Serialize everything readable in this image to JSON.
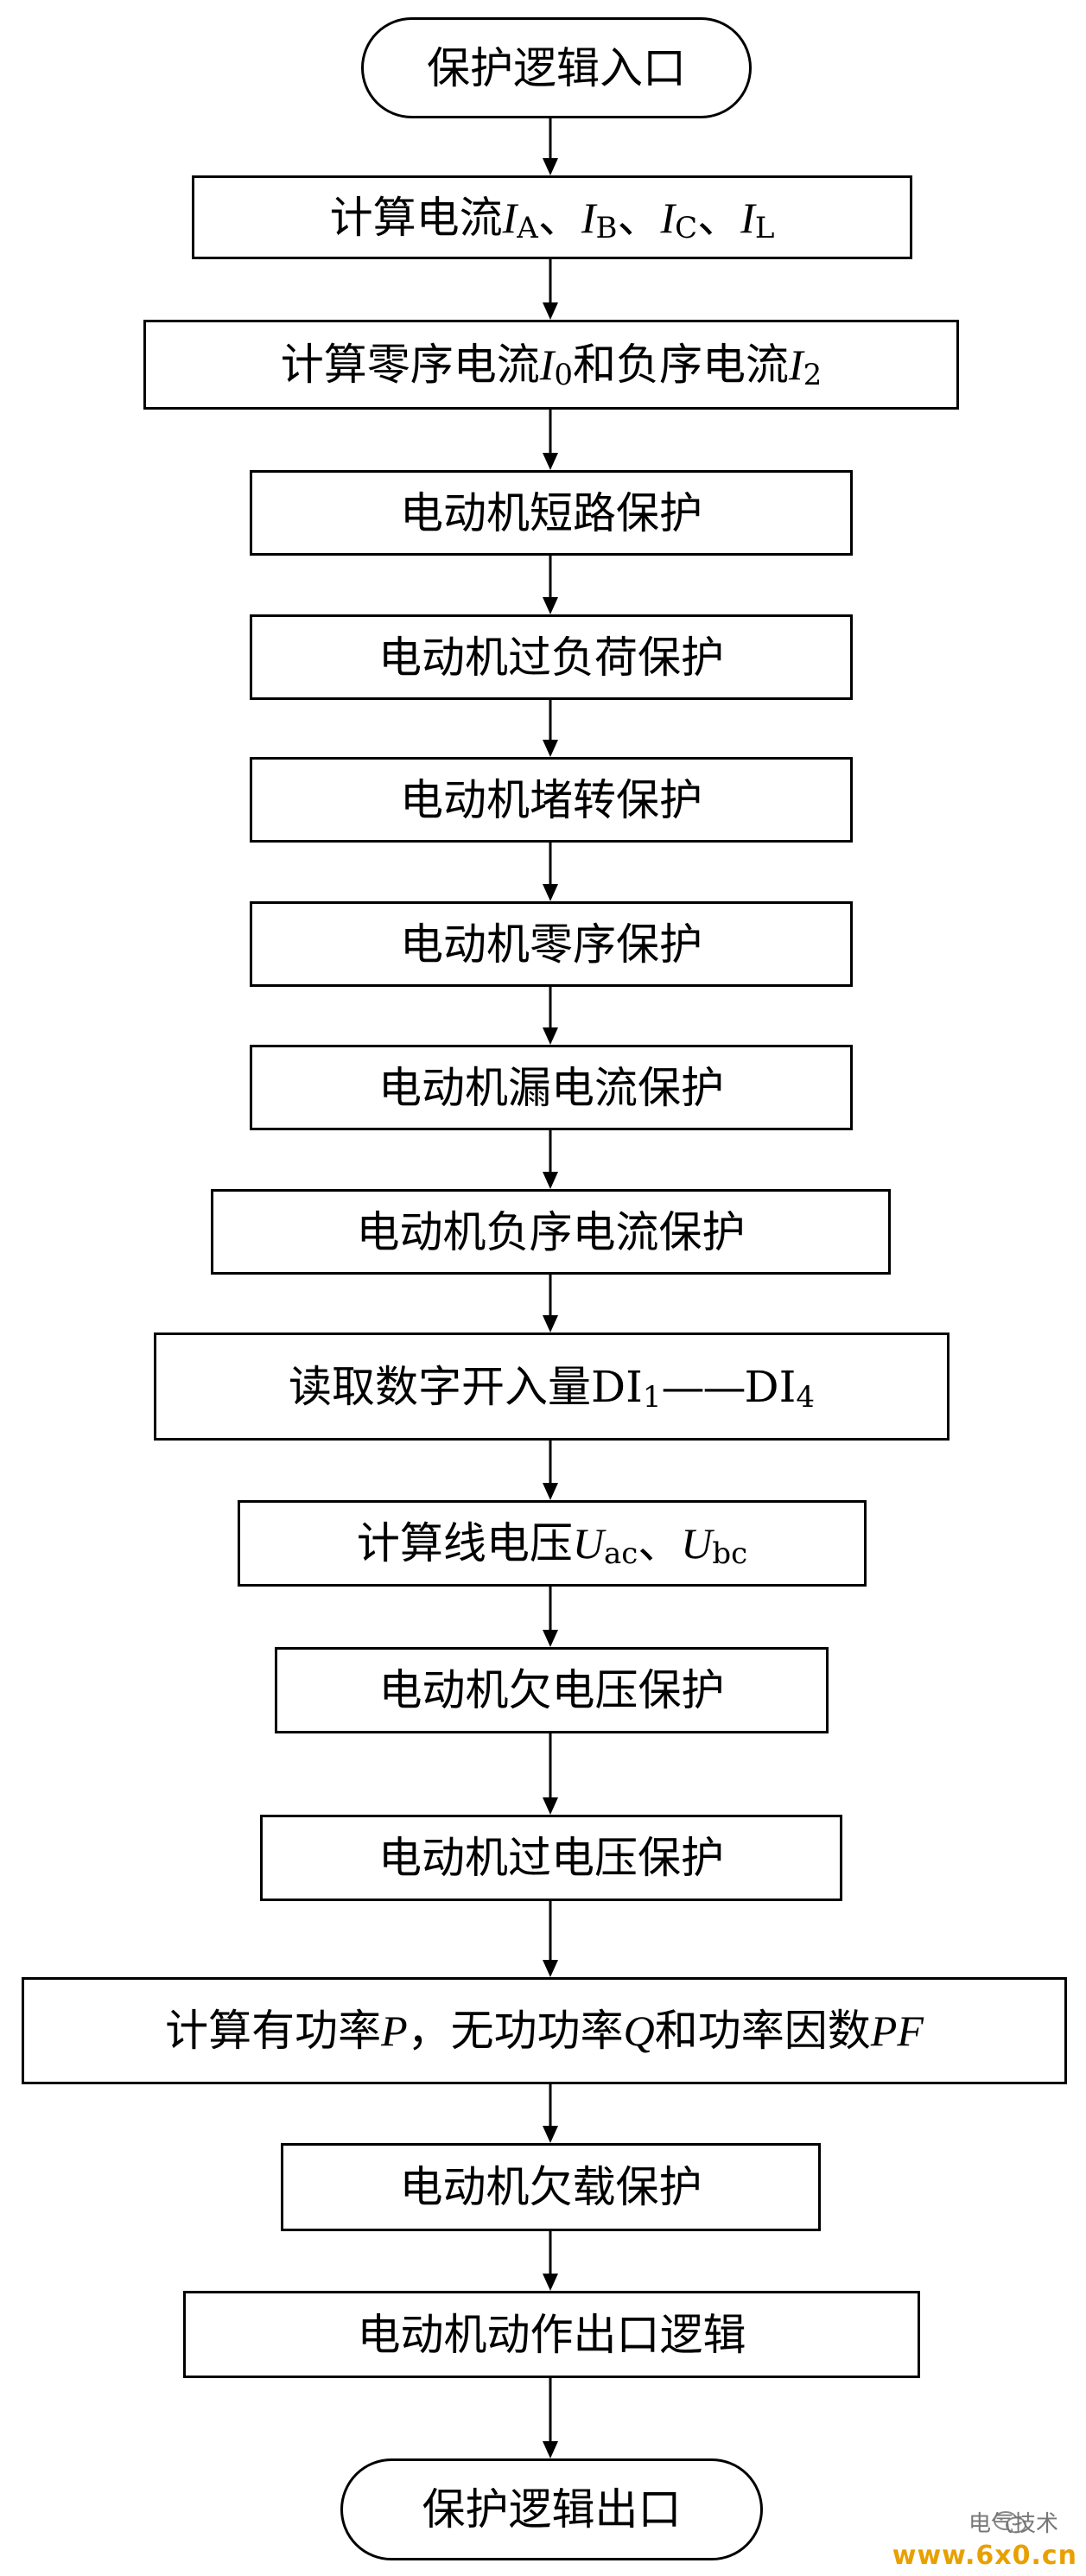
{
  "nodes": [
    {
      "id": "start",
      "shape": "terminal",
      "parts": [
        {
          "t": "保护逻辑入口"
        }
      ]
    },
    {
      "id": "calc-current",
      "parts": [
        {
          "t": "计算电流"
        },
        {
          "t": "I",
          "v": 1
        },
        {
          "t": "A",
          "s": 1
        },
        {
          "t": "、 "
        },
        {
          "t": "I",
          "v": 1
        },
        {
          "t": "B",
          "s": 1
        },
        {
          "t": "、 "
        },
        {
          "t": "I",
          "v": 1
        },
        {
          "t": "C",
          "s": 1
        },
        {
          "t": "、 "
        },
        {
          "t": "I",
          "v": 1
        },
        {
          "t": "L",
          "s": 1
        }
      ]
    },
    {
      "id": "calc-seq-current",
      "parts": [
        {
          "t": "计算零序电流"
        },
        {
          "t": "I",
          "v": 1
        },
        {
          "t": "0",
          "s": 1
        },
        {
          "t": "和负序电流"
        },
        {
          "t": "I",
          "v": 1
        },
        {
          "t": "2",
          "s": 1
        }
      ]
    },
    {
      "id": "short-circuit-protection",
      "parts": [
        {
          "t": "电动机短路保护"
        }
      ]
    },
    {
      "id": "overload-protection",
      "parts": [
        {
          "t": "电动机过负荷保护"
        }
      ]
    },
    {
      "id": "stall-protection",
      "parts": [
        {
          "t": "电动机堵转保护"
        }
      ]
    },
    {
      "id": "zero-seq-protection",
      "parts": [
        {
          "t": "电动机零序保护"
        }
      ]
    },
    {
      "id": "leakage-protection",
      "parts": [
        {
          "t": "电动机漏电流保护"
        }
      ]
    },
    {
      "id": "neg-seq-protection",
      "parts": [
        {
          "t": "电动机负序电流保护"
        }
      ]
    },
    {
      "id": "read-digital-inputs",
      "parts": [
        {
          "t": "读取数字开入量DI"
        },
        {
          "t": "1",
          "s": 1
        },
        {
          "t": "——",
          "d": 1
        },
        {
          "t": "DI"
        },
        {
          "t": "4",
          "s": 1
        }
      ]
    },
    {
      "id": "calc-line-voltage",
      "parts": [
        {
          "t": "计算线电压"
        },
        {
          "t": "U",
          "v": 1
        },
        {
          "t": "ac",
          "s": 1
        },
        {
          "t": "、 "
        },
        {
          "t": "U",
          "v": 1
        },
        {
          "t": "bc",
          "s": 1
        }
      ]
    },
    {
      "id": "undervoltage-protection",
      "parts": [
        {
          "t": "电动机欠电压保护"
        }
      ]
    },
    {
      "id": "overvoltage-protection",
      "parts": [
        {
          "t": "电动机过电压保护"
        }
      ]
    },
    {
      "id": "calc-power",
      "parts": [
        {
          "t": "计算有功率"
        },
        {
          "t": "P",
          "v": 1
        },
        {
          "t": "，无功功率"
        },
        {
          "t": "Q",
          "v": 1
        },
        {
          "t": "和功率因数"
        },
        {
          "t": "PF",
          "v": 1
        }
      ]
    },
    {
      "id": "underload-protection",
      "parts": [
        {
          "t": "电动机欠载保护"
        }
      ]
    },
    {
      "id": "action-exit-logic",
      "parts": [
        {
          "t": "电动机动作出口逻辑"
        }
      ]
    },
    {
      "id": "end",
      "shape": "terminal",
      "parts": [
        {
          "t": "保护逻辑出口"
        }
      ]
    }
  ],
  "watermark": {
    "text": "电气技术",
    "url": "www.6x0.cn",
    "icon": "wechat-icon"
  }
}
